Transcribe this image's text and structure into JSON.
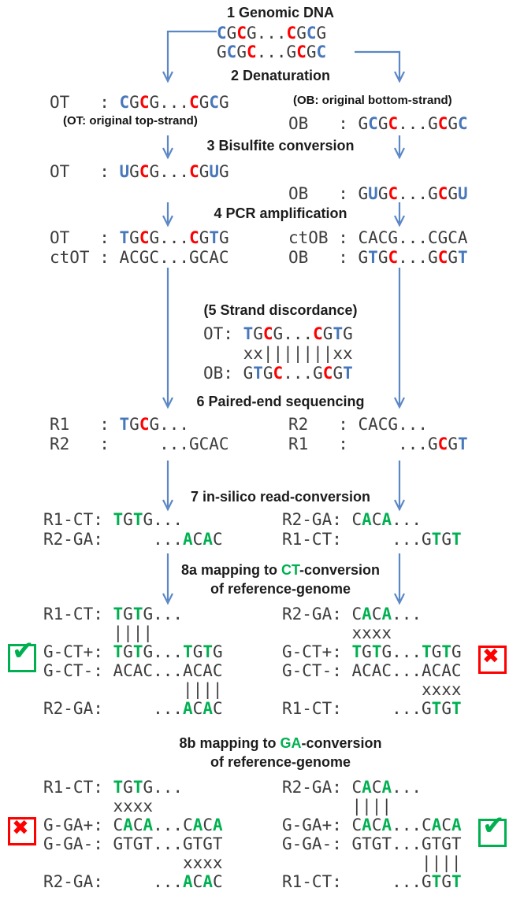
{
  "colors": {
    "letter_black": "#3d3d3d",
    "letter_blue": "#4878bc",
    "letter_red": "#fe0000",
    "letter_green": "#00b050",
    "heading_black": "#1c1c1c",
    "arrow_blue": "#5b87c5",
    "check_green": "#00b050",
    "cross_red": "#fe0000"
  },
  "headers": [
    {
      "id": "h1",
      "text": "1 Genomic DNA"
    },
    {
      "id": "h2",
      "text": "2 Denaturation"
    },
    {
      "id": "h3",
      "text": "3 Bisulfite conversion"
    },
    {
      "id": "h4",
      "text": "4 PCR amplification"
    },
    {
      "id": "h5",
      "text": "(5 Strand discordance)"
    },
    {
      "id": "h6",
      "text": "6 Paired-end sequencing"
    },
    {
      "id": "h7",
      "text": "7 in-silico read-conversion"
    },
    {
      "id": "h8a1",
      "segments": [
        [
          "8a mapping to ",
          ""
        ],
        [
          "CT",
          "g"
        ],
        [
          "-conversion",
          ""
        ]
      ]
    },
    {
      "id": "h8a2",
      "text": "of reference-genome"
    },
    {
      "id": "h8b1",
      "segments": [
        [
          "8b mapping to ",
          ""
        ],
        [
          "GA",
          "g"
        ],
        [
          "-conversion",
          ""
        ]
      ]
    },
    {
      "id": "h8b2",
      "text": "of reference-genome"
    }
  ],
  "notes": [
    {
      "id": "note-ot",
      "text": "(OT: original top-strand)"
    },
    {
      "id": "note-ob",
      "text": "(OB: original bottom-strand)"
    }
  ],
  "lines": [
    {
      "id": "s1a",
      "segments": [
        [
          "C",
          "b"
        ],
        [
          "G",
          "k"
        ],
        [
          "C",
          "r"
        ],
        [
          "G...",
          "k"
        ],
        [
          "C",
          "r"
        ],
        [
          "G",
          "k"
        ],
        [
          "C",
          "b"
        ],
        [
          "G",
          "k"
        ]
      ]
    },
    {
      "id": "s1b",
      "segments": [
        [
          "G",
          "k"
        ],
        [
          "C",
          "b"
        ],
        [
          "G",
          "k"
        ],
        [
          "C",
          "r"
        ],
        [
          "...G",
          "k"
        ],
        [
          "C",
          "r"
        ],
        [
          "G",
          "k"
        ],
        [
          "C",
          "b"
        ]
      ]
    },
    {
      "id": "s2-ot",
      "segments": [
        [
          "OT   : ",
          "k"
        ],
        [
          "C",
          "b"
        ],
        [
          "G",
          "k"
        ],
        [
          "C",
          "r"
        ],
        [
          "G...",
          "k"
        ],
        [
          "C",
          "r"
        ],
        [
          "G",
          "k"
        ],
        [
          "C",
          "b"
        ],
        [
          "G",
          "k"
        ]
      ]
    },
    {
      "id": "s2-ob",
      "segments": [
        [
          "OB   : ",
          "k"
        ],
        [
          "G",
          "k"
        ],
        [
          "C",
          "b"
        ],
        [
          "G",
          "k"
        ],
        [
          "C",
          "r"
        ],
        [
          "...G",
          "k"
        ],
        [
          "C",
          "r"
        ],
        [
          "G",
          "k"
        ],
        [
          "C",
          "b"
        ]
      ]
    },
    {
      "id": "s3-ot",
      "segments": [
        [
          "OT   : ",
          "k"
        ],
        [
          "U",
          "b"
        ],
        [
          "G",
          "k"
        ],
        [
          "C",
          "r"
        ],
        [
          "G...",
          "k"
        ],
        [
          "C",
          "r"
        ],
        [
          "G",
          "k"
        ],
        [
          "U",
          "b"
        ],
        [
          "G",
          "k"
        ]
      ]
    },
    {
      "id": "s3-ob",
      "segments": [
        [
          "OB   : ",
          "k"
        ],
        [
          "G",
          "k"
        ],
        [
          "U",
          "b"
        ],
        [
          "G",
          "k"
        ],
        [
          "C",
          "r"
        ],
        [
          "...G",
          "k"
        ],
        [
          "C",
          "r"
        ],
        [
          "G",
          "k"
        ],
        [
          "U",
          "b"
        ]
      ]
    },
    {
      "id": "s4-ot",
      "segments": [
        [
          "OT   : ",
          "k"
        ],
        [
          "T",
          "b"
        ],
        [
          "G",
          "k"
        ],
        [
          "C",
          "r"
        ],
        [
          "G...",
          "k"
        ],
        [
          "C",
          "r"
        ],
        [
          "G",
          "k"
        ],
        [
          "T",
          "b"
        ],
        [
          "G",
          "k"
        ]
      ]
    },
    {
      "id": "s4-ctot",
      "segments": [
        [
          "ctOT : ACGC...GCAC",
          "k"
        ]
      ]
    },
    {
      "id": "s4-ctob",
      "segments": [
        [
          "ctOB : CACG...CGCA",
          "k"
        ]
      ]
    },
    {
      "id": "s4-ob",
      "segments": [
        [
          "OB   : ",
          "k"
        ],
        [
          "G",
          "k"
        ],
        [
          "T",
          "b"
        ],
        [
          "G",
          "k"
        ],
        [
          "C",
          "r"
        ],
        [
          "...G",
          "k"
        ],
        [
          "C",
          "r"
        ],
        [
          "G",
          "k"
        ],
        [
          "T",
          "b"
        ]
      ]
    },
    {
      "id": "s5-ot",
      "segments": [
        [
          "OT: ",
          "k"
        ],
        [
          "T",
          "b"
        ],
        [
          "G",
          "k"
        ],
        [
          "C",
          "r"
        ],
        [
          "G...",
          "k"
        ],
        [
          "C",
          "r"
        ],
        [
          "G",
          "k"
        ],
        [
          "T",
          "b"
        ],
        [
          "G",
          "k"
        ]
      ]
    },
    {
      "id": "s5-mid",
      "segments": [
        [
          "    xx|||||||xx",
          "k"
        ]
      ]
    },
    {
      "id": "s5-ob",
      "segments": [
        [
          "OB: ",
          "k"
        ],
        [
          "G",
          "k"
        ],
        [
          "T",
          "b"
        ],
        [
          "G",
          "k"
        ],
        [
          "C",
          "r"
        ],
        [
          "...G",
          "k"
        ],
        [
          "C",
          "r"
        ],
        [
          "G",
          "k"
        ],
        [
          "T",
          "b"
        ]
      ]
    },
    {
      "id": "s6-l1",
      "segments": [
        [
          "R1   : ",
          "k"
        ],
        [
          "T",
          "b"
        ],
        [
          "G",
          "k"
        ],
        [
          "C",
          "r"
        ],
        [
          "G...",
          "k"
        ]
      ]
    },
    {
      "id": "s6-l2",
      "segments": [
        [
          "R2   :     ...GCAC",
          "k"
        ]
      ]
    },
    {
      "id": "s6-r1",
      "segments": [
        [
          "R2   : CACG...",
          "k"
        ]
      ]
    },
    {
      "id": "s6-r2",
      "segments": [
        [
          "R1   :     ...G",
          "k"
        ],
        [
          "C",
          "r"
        ],
        [
          "G",
          "k"
        ],
        [
          "T",
          "b"
        ]
      ]
    },
    {
      "id": "s7-l1",
      "segments": [
        [
          "R1-CT: ",
          "k"
        ],
        [
          "T",
          "g"
        ],
        [
          "G",
          "k"
        ],
        [
          "T",
          "g"
        ],
        [
          "G...",
          "k"
        ]
      ]
    },
    {
      "id": "s7-l2",
      "segments": [
        [
          "R2-GA:     ...",
          "k"
        ],
        [
          "A",
          "g"
        ],
        [
          "C",
          "k"
        ],
        [
          "A",
          "g"
        ],
        [
          "C",
          "k"
        ]
      ]
    },
    {
      "id": "s7-r1",
      "segments": [
        [
          "R2-GA: ",
          "k"
        ],
        [
          "C",
          "k"
        ],
        [
          "A",
          "g"
        ],
        [
          "C",
          "k"
        ],
        [
          "A",
          "g"
        ],
        [
          "...",
          "k"
        ]
      ]
    },
    {
      "id": "s7-r2",
      "segments": [
        [
          "R1-CT:     ...",
          "k"
        ],
        [
          "G",
          "k"
        ],
        [
          "T",
          "g"
        ],
        [
          "G",
          "k"
        ],
        [
          "T",
          "g"
        ]
      ]
    },
    {
      "id": "s8a-l1",
      "segments": [
        [
          "R1-CT: ",
          "k"
        ],
        [
          "T",
          "g"
        ],
        [
          "G",
          "k"
        ],
        [
          "T",
          "g"
        ],
        [
          "G...",
          "k"
        ]
      ]
    },
    {
      "id": "s8a-l2",
      "segments": [
        [
          "       ||||",
          "k"
        ]
      ]
    },
    {
      "id": "s8a-l3",
      "segments": [
        [
          "G-CT+: ",
          "k"
        ],
        [
          "T",
          "g"
        ],
        [
          "G",
          "k"
        ],
        [
          "T",
          "g"
        ],
        [
          "G...",
          "k"
        ],
        [
          "T",
          "g"
        ],
        [
          "G",
          "k"
        ],
        [
          "T",
          "g"
        ],
        [
          "G",
          "k"
        ]
      ]
    },
    {
      "id": "s8a-l4",
      "segments": [
        [
          "G-CT-: ACAC...ACAC",
          "k"
        ]
      ]
    },
    {
      "id": "s8a-l5",
      "segments": [
        [
          "              ||||",
          "k"
        ]
      ]
    },
    {
      "id": "s8a-l6",
      "segments": [
        [
          "R2-GA:     ...",
          "k"
        ],
        [
          "A",
          "g"
        ],
        [
          "C",
          "k"
        ],
        [
          "A",
          "g"
        ],
        [
          "C",
          "k"
        ]
      ]
    },
    {
      "id": "s8a-r1",
      "segments": [
        [
          "R2-GA: ",
          "k"
        ],
        [
          "C",
          "k"
        ],
        [
          "A",
          "g"
        ],
        [
          "C",
          "k"
        ],
        [
          "A",
          "g"
        ],
        [
          "...",
          "k"
        ]
      ]
    },
    {
      "id": "s8a-r2",
      "segments": [
        [
          "       xxxx",
          "k"
        ]
      ]
    },
    {
      "id": "s8a-r3",
      "segments": [
        [
          "G-CT+: ",
          "k"
        ],
        [
          "T",
          "g"
        ],
        [
          "G",
          "k"
        ],
        [
          "T",
          "g"
        ],
        [
          "G...",
          "k"
        ],
        [
          "T",
          "g"
        ],
        [
          "G",
          "k"
        ],
        [
          "T",
          "g"
        ],
        [
          "G",
          "k"
        ]
      ]
    },
    {
      "id": "s8a-r4",
      "segments": [
        [
          "G-CT-: ACAC...ACAC",
          "k"
        ]
      ]
    },
    {
      "id": "s8a-r5",
      "segments": [
        [
          "              xxxx",
          "k"
        ]
      ]
    },
    {
      "id": "s8a-r6",
      "segments": [
        [
          "R1-CT:     ...",
          "k"
        ],
        [
          "G",
          "k"
        ],
        [
          "T",
          "g"
        ],
        [
          "G",
          "k"
        ],
        [
          "T",
          "g"
        ]
      ]
    },
    {
      "id": "s8b-l1",
      "segments": [
        [
          "R1-CT: ",
          "k"
        ],
        [
          "T",
          "g"
        ],
        [
          "G",
          "k"
        ],
        [
          "T",
          "g"
        ],
        [
          "G...",
          "k"
        ]
      ]
    },
    {
      "id": "s8b-l2",
      "segments": [
        [
          "       xxxx",
          "k"
        ]
      ]
    },
    {
      "id": "s8b-l3",
      "segments": [
        [
          "G-GA+: ",
          "k"
        ],
        [
          "C",
          "k"
        ],
        [
          "A",
          "g"
        ],
        [
          "C",
          "k"
        ],
        [
          "A",
          "g"
        ],
        [
          "...",
          "k"
        ],
        [
          "C",
          "k"
        ],
        [
          "A",
          "g"
        ],
        [
          "C",
          "k"
        ],
        [
          "A",
          "g"
        ]
      ]
    },
    {
      "id": "s8b-l4",
      "segments": [
        [
          "G-GA-: GTGT...GTGT",
          "k"
        ]
      ]
    },
    {
      "id": "s8b-l5",
      "segments": [
        [
          "              xxxx",
          "k"
        ]
      ]
    },
    {
      "id": "s8b-l6",
      "segments": [
        [
          "R2-GA:     ...",
          "k"
        ],
        [
          "A",
          "g"
        ],
        [
          "C",
          "k"
        ],
        [
          "A",
          "g"
        ],
        [
          "C",
          "k"
        ]
      ]
    },
    {
      "id": "s8b-r1",
      "segments": [
        [
          "R2-GA: ",
          "k"
        ],
        [
          "C",
          "k"
        ],
        [
          "A",
          "g"
        ],
        [
          "C",
          "k"
        ],
        [
          "A",
          "g"
        ],
        [
          "...",
          "k"
        ]
      ]
    },
    {
      "id": "s8b-r2",
      "segments": [
        [
          "       ||||",
          "k"
        ]
      ]
    },
    {
      "id": "s8b-r3",
      "segments": [
        [
          "G-GA+: ",
          "k"
        ],
        [
          "C",
          "k"
        ],
        [
          "A",
          "g"
        ],
        [
          "C",
          "k"
        ],
        [
          "A",
          "g"
        ],
        [
          "...",
          "k"
        ],
        [
          "C",
          "k"
        ],
        [
          "A",
          "g"
        ],
        [
          "C",
          "k"
        ],
        [
          "A",
          "g"
        ]
      ]
    },
    {
      "id": "s8b-r4",
      "segments": [
        [
          "G-GA-: GTGT...GTGT",
          "k"
        ]
      ]
    },
    {
      "id": "s8b-r5",
      "segments": [
        [
          "              ||||",
          "k"
        ]
      ]
    },
    {
      "id": "s8b-r6",
      "segments": [
        [
          "R1-CT:     ...",
          "k"
        ],
        [
          "G",
          "k"
        ],
        [
          "T",
          "g"
        ],
        [
          "G",
          "k"
        ],
        [
          "T",
          "g"
        ]
      ]
    }
  ],
  "icons": [
    {
      "id": "check-8a",
      "type": "check",
      "glyph": "✔"
    },
    {
      "id": "cross-8a",
      "type": "cross",
      "glyph": "✖"
    },
    {
      "id": "cross-8b",
      "type": "cross",
      "glyph": "✖"
    },
    {
      "id": "check-8b",
      "type": "check",
      "glyph": "✔"
    }
  ]
}
